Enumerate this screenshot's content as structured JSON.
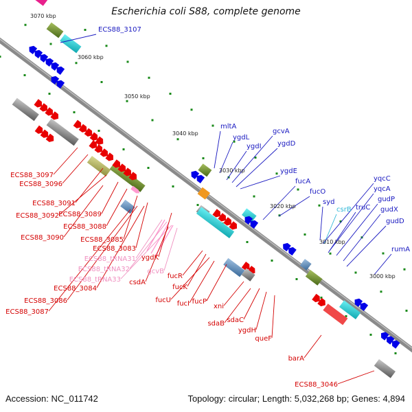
{
  "title": "Escherichia coli S88, complete genome",
  "footer": {
    "accession": "Accession: NC_011742",
    "summary": "Topology: circular; Length: 5,032,268 bp; Genes: 4,894"
  },
  "colors": {
    "forward_cds": "#e80000",
    "reverse_cds": "#0000e8",
    "trna": "#ff9ad0",
    "grey_box": "#808080",
    "cyan_box": "#20d0d8",
    "olive_box": "#6b8c2e",
    "label_red": "#d40000",
    "label_blue": "#1818c0",
    "label_pink": "#f090c0",
    "label_cyan": "#30b8d8",
    "tick_green": "#1a8a1a"
  },
  "scale_labels": [
    "3070 kbp",
    "3060 kbp",
    "3050 kbp",
    "3040 kbp",
    "3030 kbp",
    "3020 kbp",
    "3010 kbp",
    "3000 kbp"
  ],
  "gene_labels": [
    {
      "text": "ECS88_3107",
      "color": "blue"
    },
    {
      "text": "ECS88_3097",
      "color": "red"
    },
    {
      "text": "ECS88_3096",
      "color": "red"
    },
    {
      "text": "ECS88_3091",
      "color": "red"
    },
    {
      "text": "ECS88_3092",
      "color": "red"
    },
    {
      "text": "ECS88_3089",
      "color": "red"
    },
    {
      "text": "ECS88_3088",
      "color": "red"
    },
    {
      "text": "ECS88_3090",
      "color": "red"
    },
    {
      "text": "ECS88_3085",
      "color": "red"
    },
    {
      "text": "ECS88_3083",
      "color": "red"
    },
    {
      "text": "ECS88_tRNA31",
      "color": "pink"
    },
    {
      "text": "ECS88_tRNA32",
      "color": "pink"
    },
    {
      "text": "ECS88_tRNA33",
      "color": "pink"
    },
    {
      "text": "ECS88_3084",
      "color": "red"
    },
    {
      "text": "ECS88_3086",
      "color": "red"
    },
    {
      "text": "ECS88_3087",
      "color": "red"
    },
    {
      "text": "ygdK",
      "color": "red"
    },
    {
      "text": "csdA",
      "color": "red"
    },
    {
      "text": "gcvB",
      "color": "pink"
    },
    {
      "text": "fucR",
      "color": "red"
    },
    {
      "text": "fucK",
      "color": "red"
    },
    {
      "text": "fucU",
      "color": "red"
    },
    {
      "text": "fucI",
      "color": "red"
    },
    {
      "text": "fucP",
      "color": "red"
    },
    {
      "text": "xni",
      "color": "red"
    },
    {
      "text": "sdaB",
      "color": "red"
    },
    {
      "text": "sdaC",
      "color": "red"
    },
    {
      "text": "ygdH",
      "color": "red"
    },
    {
      "text": "queF",
      "color": "red"
    },
    {
      "text": "barA",
      "color": "red"
    },
    {
      "text": "ECS88_3046",
      "color": "red"
    },
    {
      "text": "mltA",
      "color": "blue"
    },
    {
      "text": "ygdL",
      "color": "blue"
    },
    {
      "text": "ygdI",
      "color": "blue"
    },
    {
      "text": "gcvA",
      "color": "blue"
    },
    {
      "text": "ygdD",
      "color": "blue"
    },
    {
      "text": "ygdE",
      "color": "blue"
    },
    {
      "text": "fucA",
      "color": "blue"
    },
    {
      "text": "fucO",
      "color": "blue"
    },
    {
      "text": "syd",
      "color": "blue"
    },
    {
      "text": "csrB",
      "color": "cyan"
    },
    {
      "text": "truC",
      "color": "blue"
    },
    {
      "text": "yqcC",
      "color": "blue"
    },
    {
      "text": "yqcA",
      "color": "blue"
    },
    {
      "text": "gudP",
      "color": "blue"
    },
    {
      "text": "gudX",
      "color": "blue"
    },
    {
      "text": "gudD",
      "color": "blue"
    },
    {
      "text": "rumA",
      "color": "blue"
    }
  ]
}
